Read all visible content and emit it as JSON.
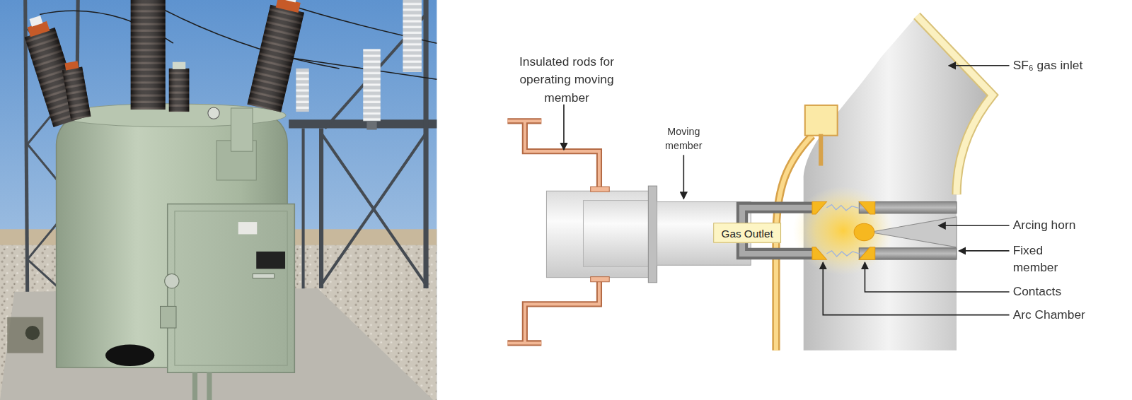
{
  "diagram": {
    "nodes": [
      {
        "text": [
          "Gas Outlet"
        ]
      }
    ],
    "labels": [
      "Insulated rods for operating moving member",
      "Moving member",
      "SF₆ gas inlet",
      "Arcing horn",
      "Fixed member",
      "Contacts",
      "Arc Chamber"
    ]
  }
}
